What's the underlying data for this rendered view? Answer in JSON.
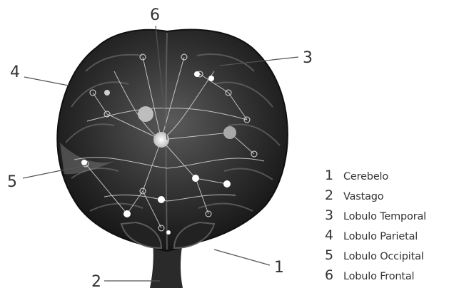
{
  "callouts": [
    "1",
    "2",
    "3",
    "4",
    "5",
    "6"
  ],
  "legend": [
    {
      "number": "1",
      "label": "Cerebelo"
    },
    {
      "number": "2",
      "label": "Vastago"
    },
    {
      "number": "3",
      "label": "Lobulo Temporal"
    },
    {
      "number": "4",
      "label": "Lobulo Parietal"
    },
    {
      "number": "5",
      "label": "Lobulo Occipital"
    },
    {
      "number": "6",
      "label": "Lobulo Frontal"
    }
  ],
  "colors": {
    "brain_dark": "#1c1c1c",
    "brain_mid": "#4a4a4a",
    "network_line": "#d8d8d8",
    "node_fill": "#ffffff",
    "text": "#333333"
  }
}
